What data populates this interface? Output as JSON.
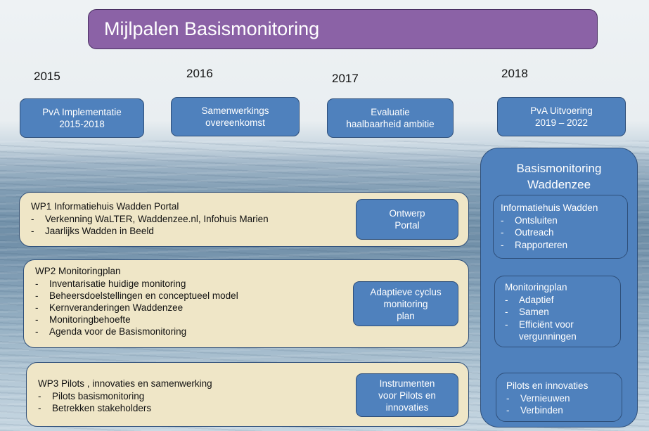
{
  "title": "Mijlpalen Basismonitoring",
  "years": [
    "2015",
    "2016",
    "2017",
    "2018"
  ],
  "milestones": [
    {
      "lines": [
        "PvA  Implementatie",
        "2015-2018"
      ]
    },
    {
      "lines": [
        "Samenwerkings",
        "overeenkomst"
      ]
    },
    {
      "lines": [
        "Evaluatie",
        "haalbaarheid ambitie"
      ]
    },
    {
      "lines": [
        "PvA  Uitvoering",
        "2019 – 2022"
      ]
    }
  ],
  "work_packages": [
    {
      "heading": "WP1   Informatiehuis Wadden Portal",
      "items": [
        "Verkenning WaLTER, Waddenzee.nl,  Infohuis Marien",
        "Jaarlijks  Wadden in Beeld"
      ],
      "outcome": [
        "Ontwerp",
        "Portal"
      ]
    },
    {
      "heading": "WP2    Monitoringplan",
      "items": [
        "Inventarisatie huidige monitoring",
        "Beheersdoelstellingen en conceptueel model",
        "Kernveranderingen  Waddenzee",
        "Monitoringbehoefte",
        "Agenda voor de Basismonitoring"
      ],
      "outcome": [
        "Adaptieve cyclus",
        "monitoring",
        "plan"
      ]
    },
    {
      "heading": "WP3    Pilots , innovaties  en samenwerking",
      "items": [
        "Pilots  basismonitoring",
        "Betrekken stakeholders"
      ],
      "outcome": [
        "Instrumenten",
        "voor Pilots en",
        "innovaties"
      ]
    }
  ],
  "basismonitoring": {
    "title_lines": [
      "Basismonitoring",
      "Waddenzee"
    ],
    "sections": [
      {
        "heading": "Informatiehuis Wadden",
        "items": [
          "Ontsluiten",
          "Outreach",
          "Rapporteren"
        ]
      },
      {
        "heading": "Monitoringplan",
        "items": [
          "Adaptief",
          "Samen",
          "Efficiënt voor vergunningen"
        ]
      },
      {
        "heading": "Pilots en innovaties",
        "items": [
          "Vernieuwen",
          "Verbinden"
        ]
      }
    ]
  },
  "colors": {
    "title_fill": "#8b62a6",
    "box_fill": "#4f81bd",
    "wp_fill": "#efe6c7",
    "border": "#2e4f7a"
  }
}
